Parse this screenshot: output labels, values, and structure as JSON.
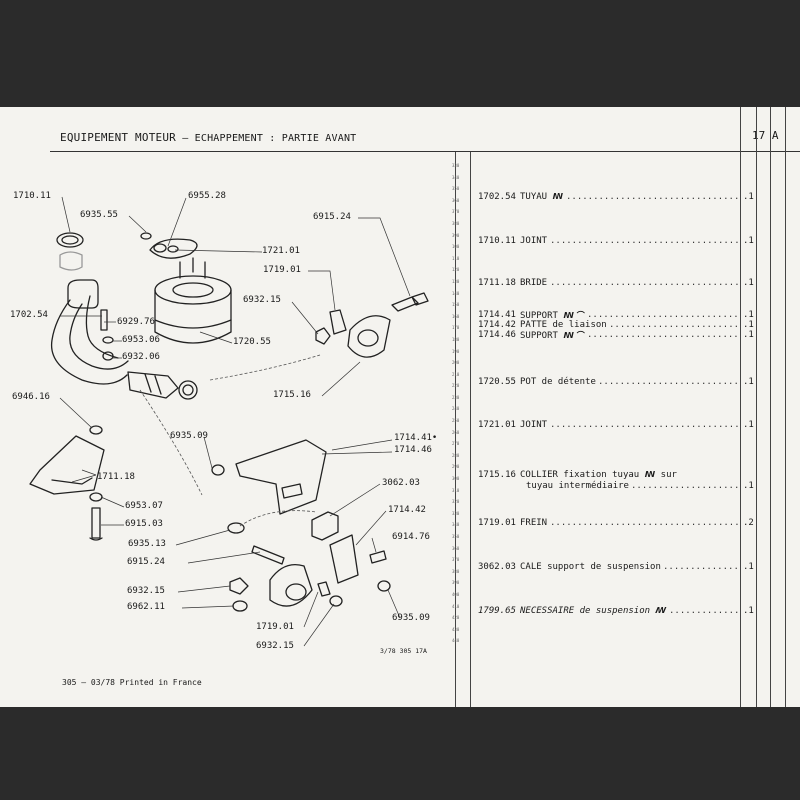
{
  "header": {
    "title_main": "EQUIPEMENT MOTEUR",
    "title_sub": " – ECHAPPEMENT : PARTIE AVANT",
    "page_ref": "17 A"
  },
  "footer": {
    "print_note": "305 – 03/78 Printed in France"
  },
  "figure": {
    "ref": "3/78 305 17A",
    "labels": [
      "1710.11",
      "6935.55",
      "6955.28",
      "1721.01",
      "6915.24",
      "1719.01",
      "6932.15",
      "1702.54",
      "6929.76",
      "6953.06",
      "6932.06",
      "1720.55",
      "1715.16",
      "6946.16",
      "1711.18",
      "6953.07",
      "6915.03",
      "6935.09",
      "1714.41•",
      "1714.46",
      "3062.03",
      "1714.42",
      "6935.13",
      "6914.76",
      "6915.24",
      "6932.15",
      "6962.11",
      "1719.01",
      "6932.15",
      "6935.09"
    ]
  },
  "scale_ticks": [
    "330",
    "340",
    "350",
    "360",
    "370",
    "380",
    "390",
    "100",
    "110",
    "120",
    "130",
    "140",
    "150",
    "160",
    "170",
    "180",
    "190",
    "200",
    "210",
    "220",
    "230",
    "240",
    "250",
    "260",
    "270",
    "280",
    "290",
    "300",
    "310",
    "320",
    "330",
    "340",
    "350",
    "360",
    "370",
    "380",
    "390",
    "400",
    "410",
    "420",
    "430",
    "440"
  ],
  "parts": [
    {
      "code": "1702.54",
      "desc": "TUYAU ",
      "sym": "ꟿ",
      "qty": ".1"
    },
    {
      "code": "1710.11",
      "desc": "JOINT",
      "sym": "",
      "qty": ".1"
    },
    {
      "code": "1711.18",
      "desc": "BRIDE",
      "sym": "",
      "qty": ".1"
    },
    {
      "code": "1714.41",
      "desc": "SUPPORT ",
      "sym": "ꟿ ⌒",
      "qty": ".1"
    },
    {
      "code": "1714.42",
      "desc": "PATTE de liaison",
      "sym": "",
      "qty": ".1"
    },
    {
      "code": "1714.46",
      "desc": "SUPPORT ",
      "sym": "ꟿ ⌒",
      "qty": ".1"
    },
    {
      "code": "1720.55",
      "desc": "POT de détente",
      "sym": "",
      "qty": ".1"
    },
    {
      "code": "1721.01",
      "desc": "JOINT",
      "sym": "",
      "qty": ".1"
    },
    {
      "code": "1715.16",
      "desc": "COLLIER fixation tuyau ",
      "sym": "ꟿ",
      "desc2": " sur",
      "line2": "tuyau intermédiaire",
      "qty": ".1"
    },
    {
      "code": "1719.01",
      "desc": "FREIN",
      "sym": "",
      "qty": ".2"
    },
    {
      "code": "3062.03",
      "desc": "CALE support de suspension",
      "sym": "",
      "qty": ".1"
    },
    {
      "code": "1799.65",
      "desc": "NECESSAIRE de suspension ",
      "sym": "ꟿ",
      "qty": ".1"
    }
  ]
}
